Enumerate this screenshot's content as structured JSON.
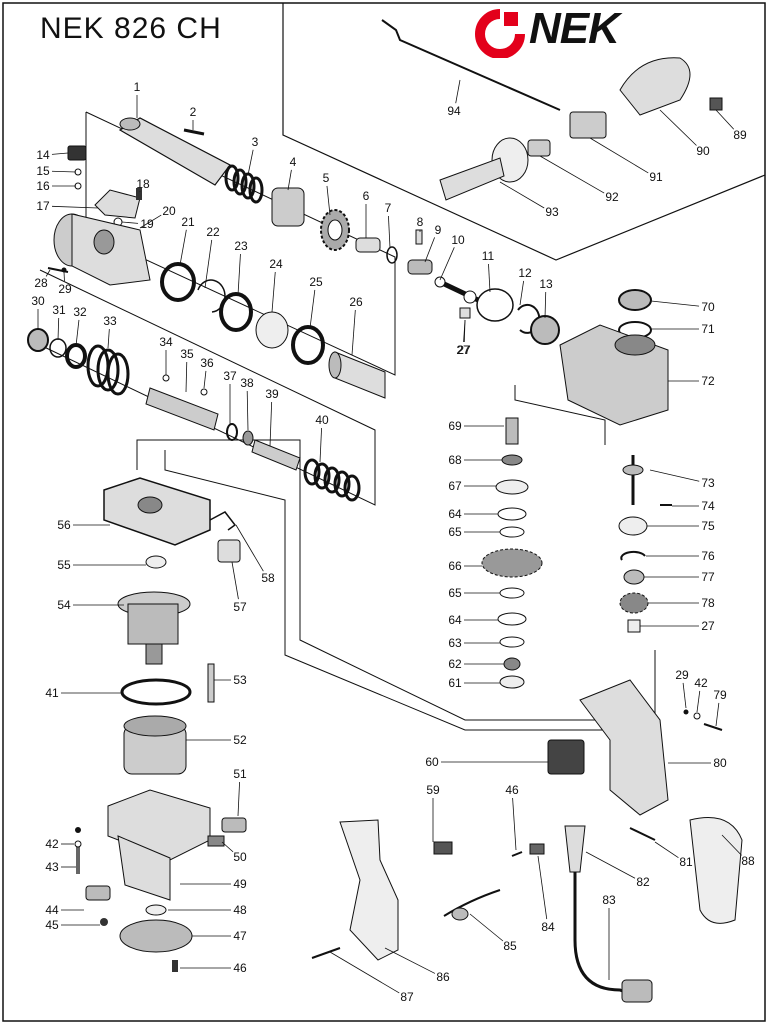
{
  "title": "NEK 826 CH",
  "logo": {
    "text": "NEK",
    "mark_color": "#e3001b"
  },
  "labels": [
    "1",
    "2",
    "3",
    "4",
    "5",
    "6",
    "7",
    "8",
    "9",
    "10",
    "11",
    "12",
    "13",
    "14",
    "15",
    "16",
    "17",
    "18",
    "19",
    "20",
    "21",
    "22",
    "23",
    "24",
    "25",
    "26",
    "27",
    "28",
    "29",
    "30",
    "31",
    "32",
    "33",
    "34",
    "35",
    "36",
    "37",
    "38",
    "39",
    "40",
    "41",
    "42",
    "43",
    "44",
    "45",
    "46",
    "47",
    "48",
    "49",
    "50",
    "51",
    "52",
    "53",
    "54",
    "55",
    "56",
    "57",
    "58",
    "59",
    "60",
    "61",
    "62",
    "63",
    "64",
    "65",
    "66",
    "67",
    "68",
    "69",
    "70",
    "71",
    "72",
    "73",
    "74",
    "75",
    "76",
    "77",
    "78",
    "79",
    "80",
    "81",
    "82",
    "83",
    "84",
    "85",
    "86",
    "87",
    "88",
    "89",
    "90",
    "91",
    "92",
    "93",
    "94"
  ],
  "extra_labels": [
    "27",
    "64",
    "65",
    "29",
    "42",
    "46",
    "27"
  ]
}
